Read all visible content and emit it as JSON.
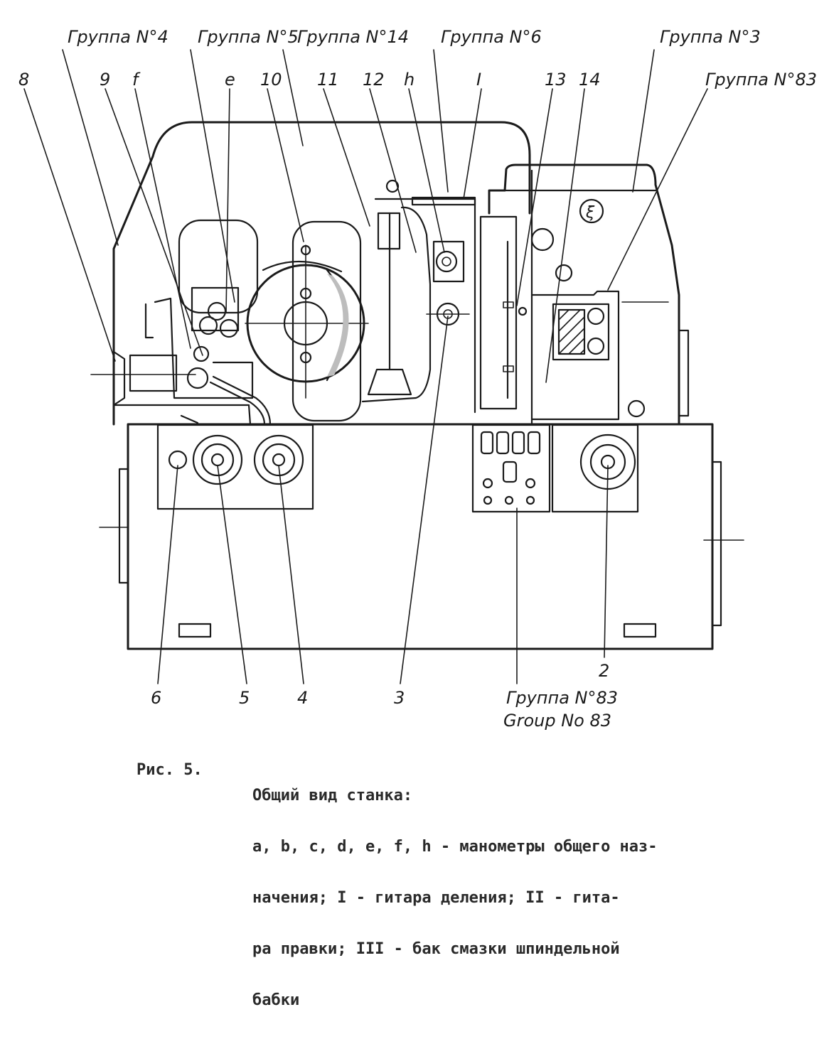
{
  "labels": {
    "group4": "Группа N°4",
    "group5": "Группа N°5",
    "group14": "Группа N°14",
    "group6": "Группа N°6",
    "group3": "Группа N°3",
    "group83_top": "Группа N°83",
    "group83_bottom_ru": "Группа N°83",
    "group83_bottom_en": "Group No 83",
    "n8": "8",
    "n9": "9",
    "f": "f",
    "e": "e",
    "n10": "10",
    "n11": "11",
    "n12": "12",
    "h": "h",
    "roman1": "I",
    "n13": "13",
    "n14": "14",
    "n6": "6",
    "n5": "5",
    "n4": "4",
    "n3": "3",
    "n2": "2"
  },
  "caption": {
    "figure": "Рис. 5.",
    "line1": "Общий вид станка:",
    "line2": "a, b, c, d, e, f, h   - манометры общего наз-",
    "line3": "начения; I - гитара деления; II - гита-",
    "line4": "ра правки; III - бак смазки шпиндельной",
    "line5": "бабки"
  }
}
